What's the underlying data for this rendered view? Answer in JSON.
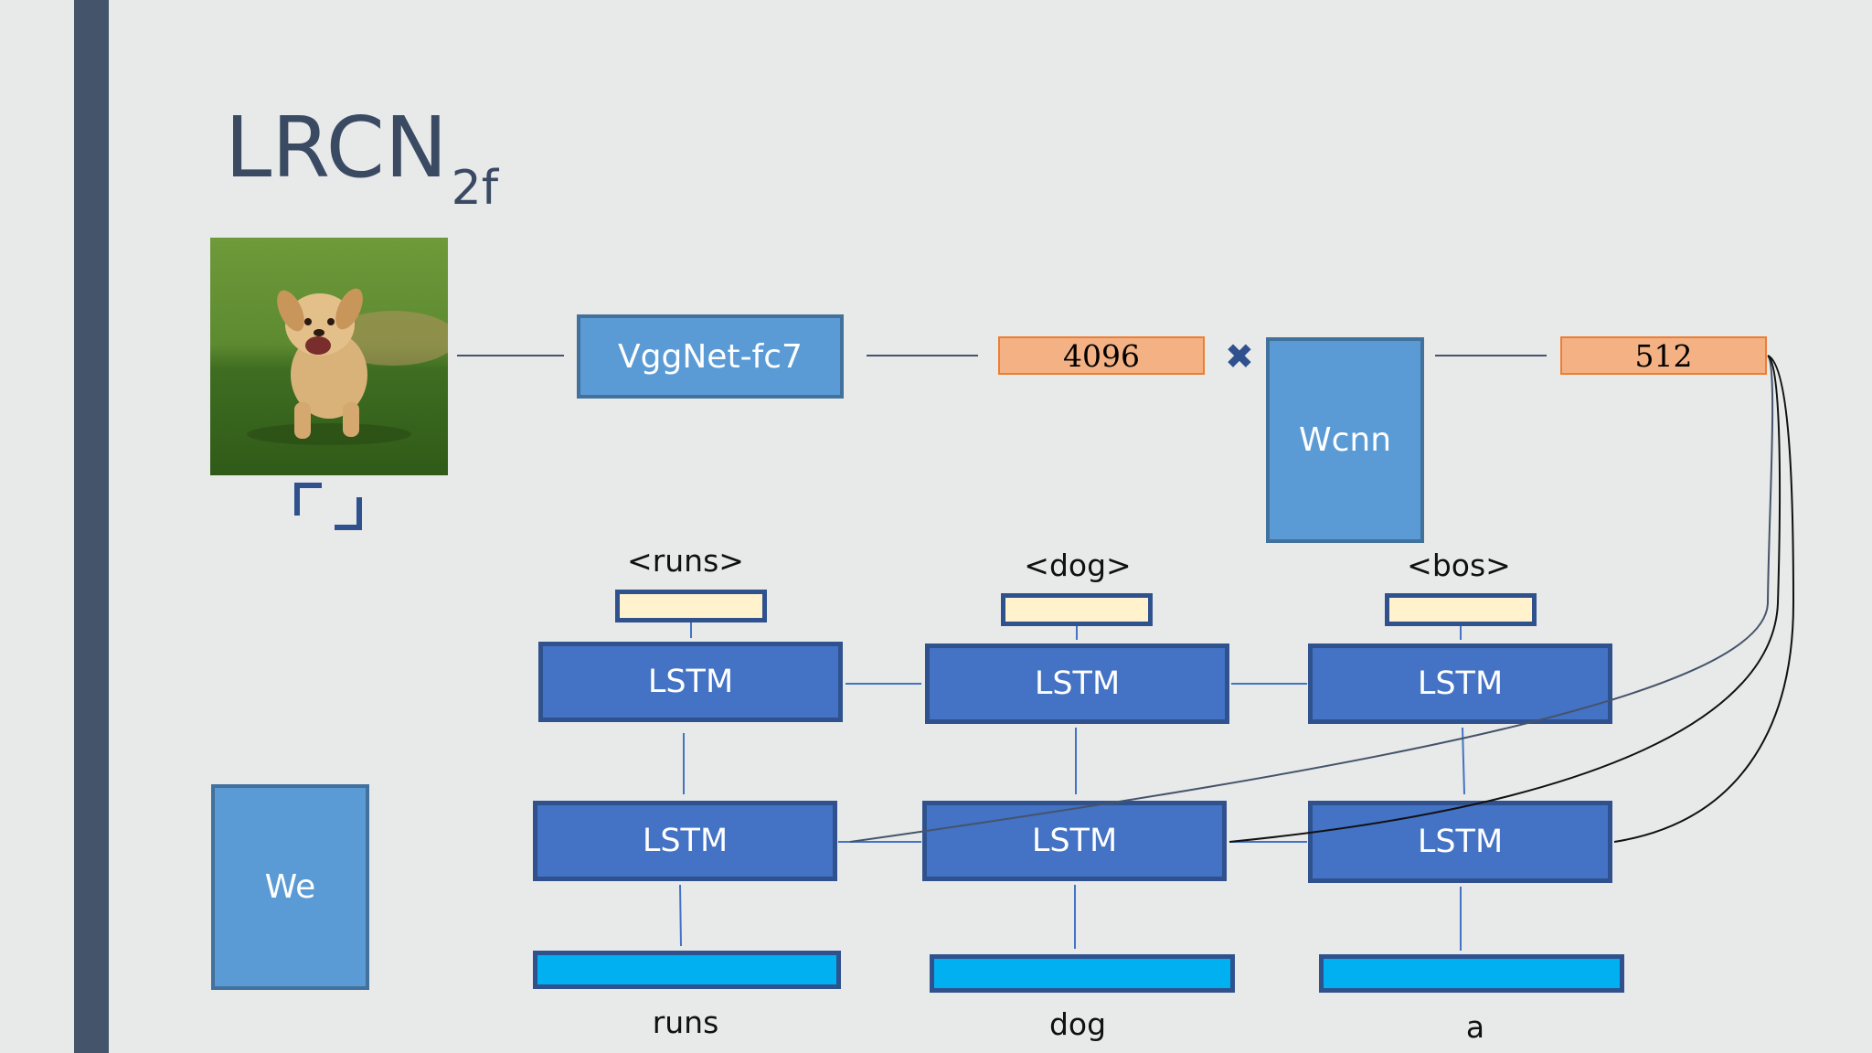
{
  "slide": {
    "title": "LRCN",
    "title_subscript": "2f"
  },
  "image": {
    "icon": "crop-icon"
  },
  "top_row": {
    "vggnet_label": "VggNet-fc7",
    "feature_dim": "4096",
    "times_symbol": "✖",
    "wcnn_label": "Wcnn",
    "projected_dim": "512"
  },
  "we_label": "We",
  "columns": [
    {
      "input_token": "<runs>",
      "lstm1_label": "LSTM",
      "lstm2_label": "LSTM",
      "output_word": "runs"
    },
    {
      "input_token": "<dog>",
      "lstm1_label": "LSTM",
      "lstm2_label": "LSTM",
      "output_word": "dog"
    },
    {
      "input_token": "<bos>",
      "lstm1_label": "LSTM",
      "lstm2_label": "LSTM",
      "output_word": "a"
    }
  ],
  "colors": {
    "sidebar": "#44546a",
    "light_block": "#5b9bd5",
    "lstm_block": "#4472c4",
    "vector": "#f4b183",
    "embedding": "#fff2cc",
    "output": "#00b0f0"
  }
}
